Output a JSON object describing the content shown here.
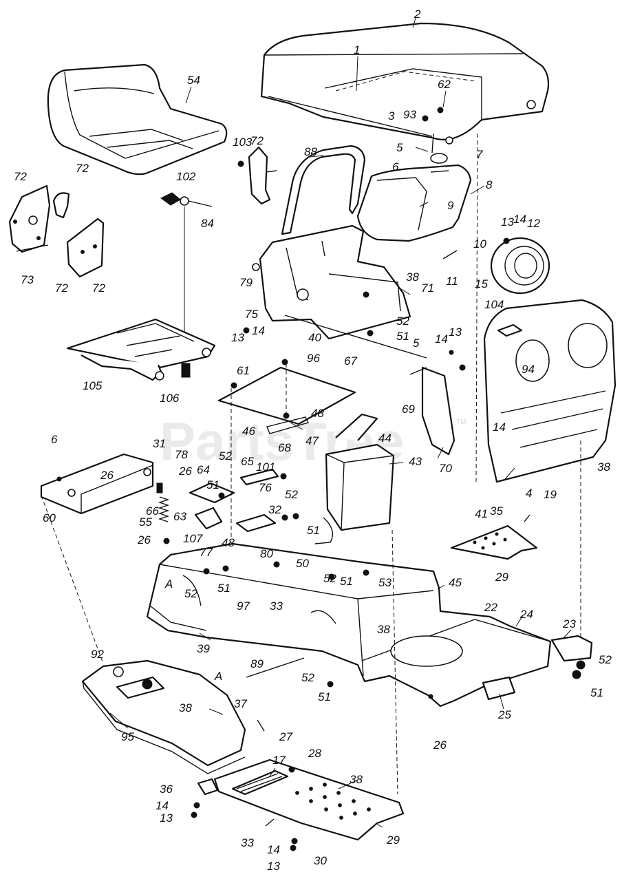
{
  "watermark": {
    "text": "PartsTree",
    "tm": "TM"
  },
  "callouts": [
    {
      "id": "c-2",
      "label": "2"
    },
    {
      "id": "c-1",
      "label": "1"
    },
    {
      "id": "c-54",
      "label": "54"
    },
    {
      "id": "c-62",
      "label": "62"
    },
    {
      "id": "c-3",
      "label": "3"
    },
    {
      "id": "c-93",
      "label": "93"
    },
    {
      "id": "c-5a",
      "label": "5"
    },
    {
      "id": "c-7",
      "label": "7"
    },
    {
      "id": "c-6a",
      "label": "6"
    },
    {
      "id": "c-103",
      "label": "103"
    },
    {
      "id": "c-72a",
      "label": "72"
    },
    {
      "id": "c-88",
      "label": "88"
    },
    {
      "id": "c-8",
      "label": "8"
    },
    {
      "id": "c-72b",
      "label": "72"
    },
    {
      "id": "c-72c",
      "label": "72"
    },
    {
      "id": "c-102",
      "label": "102"
    },
    {
      "id": "c-9",
      "label": "9"
    },
    {
      "id": "c-13a",
      "label": "13"
    },
    {
      "id": "c-14a",
      "label": "14"
    },
    {
      "id": "c-12",
      "label": "12"
    },
    {
      "id": "c-84",
      "label": "84"
    },
    {
      "id": "c-10",
      "label": "10"
    },
    {
      "id": "c-73",
      "label": "73"
    },
    {
      "id": "c-72d",
      "label": "72"
    },
    {
      "id": "c-72e",
      "label": "72"
    },
    {
      "id": "c-79",
      "label": "79"
    },
    {
      "id": "c-11",
      "label": "11"
    },
    {
      "id": "c-15",
      "label": "15"
    },
    {
      "id": "c-38a",
      "label": "38"
    },
    {
      "id": "c-71",
      "label": "71"
    },
    {
      "id": "c-104",
      "label": "104"
    },
    {
      "id": "c-75",
      "label": "75"
    },
    {
      "id": "c-52a",
      "label": "52"
    },
    {
      "id": "c-40",
      "label": "40"
    },
    {
      "id": "c-51a",
      "label": "51"
    },
    {
      "id": "c-13b",
      "label": "13"
    },
    {
      "id": "c-14b",
      "label": "14"
    },
    {
      "id": "c-67",
      "label": "67"
    },
    {
      "id": "c-5b",
      "label": "5"
    },
    {
      "id": "c-14c",
      "label": "14"
    },
    {
      "id": "c-13c",
      "label": "13"
    },
    {
      "id": "c-96",
      "label": "96"
    },
    {
      "id": "c-94",
      "label": "94"
    },
    {
      "id": "c-61",
      "label": "61"
    },
    {
      "id": "c-105",
      "label": "105"
    },
    {
      "id": "c-106",
      "label": "106"
    },
    {
      "id": "c-69",
      "label": "69"
    },
    {
      "id": "c-48a",
      "label": "48"
    },
    {
      "id": "c-14d",
      "label": "14"
    },
    {
      "id": "c-46",
      "label": "46"
    },
    {
      "id": "c-47",
      "label": "47"
    },
    {
      "id": "c-44",
      "label": "44"
    },
    {
      "id": "c-6b",
      "label": "6"
    },
    {
      "id": "c-31",
      "label": "31"
    },
    {
      "id": "c-78",
      "label": "78"
    },
    {
      "id": "c-68",
      "label": "68"
    },
    {
      "id": "c-43",
      "label": "43"
    },
    {
      "id": "c-70",
      "label": "70"
    },
    {
      "id": "c-38b",
      "label": "38"
    },
    {
      "id": "c-26a",
      "label": "26"
    },
    {
      "id": "c-26b",
      "label": "26"
    },
    {
      "id": "c-64",
      "label": "64"
    },
    {
      "id": "c-52b",
      "label": "52"
    },
    {
      "id": "c-65",
      "label": "65"
    },
    {
      "id": "c-101",
      "label": "101"
    },
    {
      "id": "c-19",
      "label": "19"
    },
    {
      "id": "c-60",
      "label": "60"
    },
    {
      "id": "c-66",
      "label": "66"
    },
    {
      "id": "c-51b",
      "label": "51"
    },
    {
      "id": "c-76",
      "label": "76"
    },
    {
      "id": "c-52c",
      "label": "52"
    },
    {
      "id": "c-4",
      "label": "4"
    },
    {
      "id": "c-55",
      "label": "55"
    },
    {
      "id": "c-63",
      "label": "63"
    },
    {
      "id": "c-107",
      "label": "107"
    },
    {
      "id": "c-32",
      "label": "32"
    },
    {
      "id": "c-41",
      "label": "41"
    },
    {
      "id": "c-35",
      "label": "35"
    },
    {
      "id": "c-26c",
      "label": "26"
    },
    {
      "id": "c-77",
      "label": "77"
    },
    {
      "id": "c-48b",
      "label": "48"
    },
    {
      "id": "c-51c",
      "label": "51"
    },
    {
      "id": "c-80",
      "label": "80"
    },
    {
      "id": "c-50",
      "label": "50"
    },
    {
      "id": "c-29a",
      "label": "29"
    },
    {
      "id": "c-a1",
      "label": "A"
    },
    {
      "id": "c-52d",
      "label": "52"
    },
    {
      "id": "c-51d",
      "label": "51"
    },
    {
      "id": "c-52e",
      "label": "52"
    },
    {
      "id": "c-51e",
      "label": "51"
    },
    {
      "id": "c-53",
      "label": "53"
    },
    {
      "id": "c-45",
      "label": "45"
    },
    {
      "id": "c-97",
      "label": "97"
    },
    {
      "id": "c-33a",
      "label": "33"
    },
    {
      "id": "c-22",
      "label": "22"
    },
    {
      "id": "c-24",
      "label": "24"
    },
    {
      "id": "c-23",
      "label": "23"
    },
    {
      "id": "c-38c",
      "label": "38"
    },
    {
      "id": "c-39",
      "label": "39"
    },
    {
      "id": "c-52f",
      "label": "52"
    },
    {
      "id": "c-89",
      "label": "89"
    },
    {
      "id": "c-92",
      "label": "92"
    },
    {
      "id": "c-a2",
      "label": "A"
    },
    {
      "id": "c-52g",
      "label": "52"
    },
    {
      "id": "c-51f",
      "label": "51"
    },
    {
      "id": "c-51g",
      "label": "51"
    },
    {
      "id": "c-25",
      "label": "25"
    },
    {
      "id": "c-37",
      "label": "37"
    },
    {
      "id": "c-38d",
      "label": "38"
    },
    {
      "id": "c-26d",
      "label": "26"
    },
    {
      "id": "c-95",
      "label": "95"
    },
    {
      "id": "c-27",
      "label": "27"
    },
    {
      "id": "c-28",
      "label": "28"
    },
    {
      "id": "c-17",
      "label": "17"
    },
    {
      "id": "c-38e",
      "label": "38"
    },
    {
      "id": "c-36",
      "label": "36"
    },
    {
      "id": "c-14e",
      "label": "14"
    },
    {
      "id": "c-13d",
      "label": "13"
    },
    {
      "id": "c-29b",
      "label": "29"
    },
    {
      "id": "c-33b",
      "label": "33"
    },
    {
      "id": "c-14f",
      "label": "14"
    },
    {
      "id": "c-30",
      "label": "30"
    },
    {
      "id": "c-13e",
      "label": "13"
    }
  ]
}
